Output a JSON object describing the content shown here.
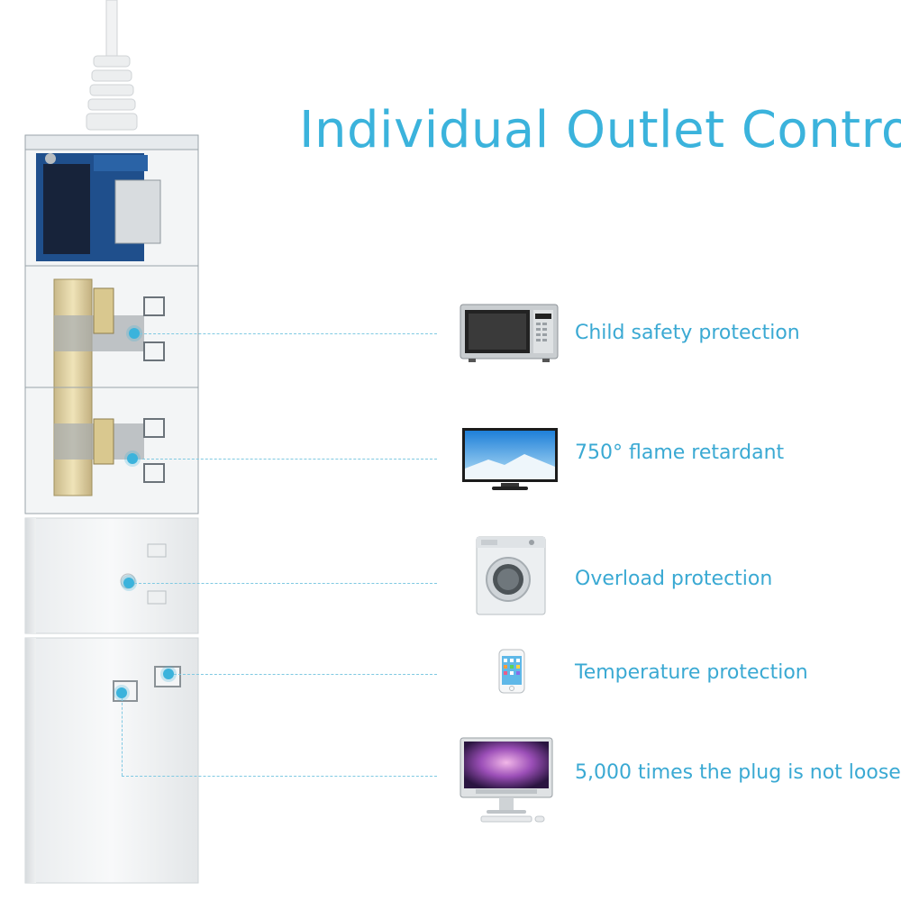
{
  "title": "Individual Outlet Control",
  "features": [
    {
      "label": "Child safety protection",
      "icon": "microwave-icon"
    },
    {
      "label": "750° flame retardant",
      "icon": "tv-icon"
    },
    {
      "label": "Overload protection",
      "icon": "washing-machine-icon"
    },
    {
      "label": "Temperature protection",
      "icon": "phone-icon"
    },
    {
      "label": "5,000 times the plug is not loose",
      "icon": "desktop-computer-icon"
    }
  ],
  "colors": {
    "accent": "#3bb3dc"
  }
}
